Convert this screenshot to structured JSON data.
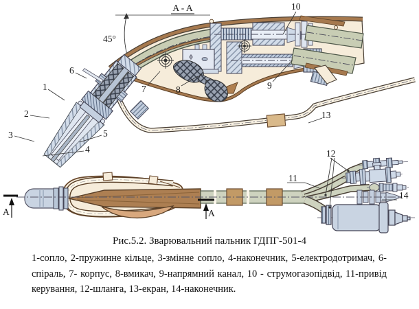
{
  "figure": {
    "section_title": "A - A",
    "angle_label": "45°",
    "section_mark_left": "A",
    "section_mark_right": "A",
    "callouts": {
      "c1": "1",
      "c2": "2",
      "c3": "3",
      "c4": "4",
      "c5": "5",
      "c6": "6",
      "c7": "7",
      "c8": "8",
      "c9": "9",
      "c10": "10",
      "c11": "11",
      "c12": "12",
      "c13": "13",
      "c14": "14"
    }
  },
  "caption": {
    "title": "Рис.5.2. Зварювальний пальник ГДПГ-501-4",
    "legend": "1-сопло, 2-пружинне кільце, 3-змінне сопло, 4-наконечник, 5-електродотримач, 6-спіраль, 7- корпус, 8-вмикач, 9-напрямний канал, 10 - струмогазопідвід, 11-привід керування, 12-шланга, 13-екран, 14-наконечник."
  },
  "colors": {
    "outline": "#3a4048",
    "brown": "#a6794e",
    "brown_dark": "#6b4a2e",
    "cream": "#f6ecda",
    "sage_green": "#c8cdb4",
    "steel_blue": "#cfdae8",
    "steel_light": "#e3e8f2",
    "tan_coupling": "#d9b98a",
    "grip_brown": "#ad7f52",
    "fin_brown": "#d8a87e"
  }
}
